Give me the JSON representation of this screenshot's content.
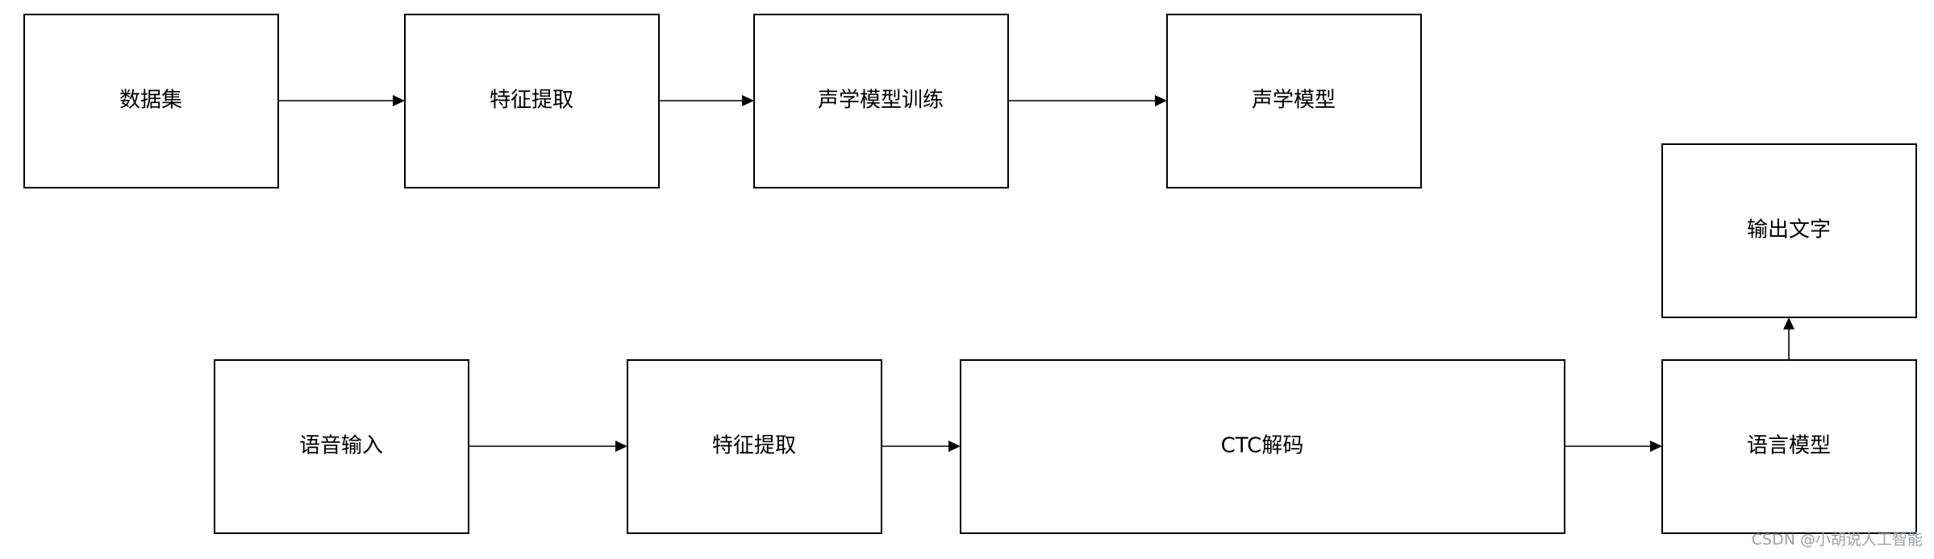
{
  "diagram": {
    "training_flow": {
      "dataset": "数据集",
      "feature_extraction": "特征提取",
      "acoustic_training": "声学模型训练",
      "acoustic_model": "声学模型"
    },
    "recognition_flow": {
      "speech_input": "语音输入",
      "feature_extraction": "特征提取",
      "ctc_decoding": "CTC解码",
      "language_model": "语言模型",
      "output_text": "输出文字"
    },
    "connections": [
      {
        "from": "dataset",
        "to": "feature_extraction (training)"
      },
      {
        "from": "feature_extraction (training)",
        "to": "acoustic_training"
      },
      {
        "from": "acoustic_training",
        "to": "acoustic_model"
      },
      {
        "from": "speech_input",
        "to": "feature_extraction (recognition)"
      },
      {
        "from": "feature_extraction (recognition)",
        "to": "ctc_decoding"
      },
      {
        "from": "ctc_decoding",
        "to": "language_model"
      },
      {
        "from": "language_model",
        "to": "output_text"
      }
    ]
  },
  "watermark": "CSDN @小胡说人工智能"
}
